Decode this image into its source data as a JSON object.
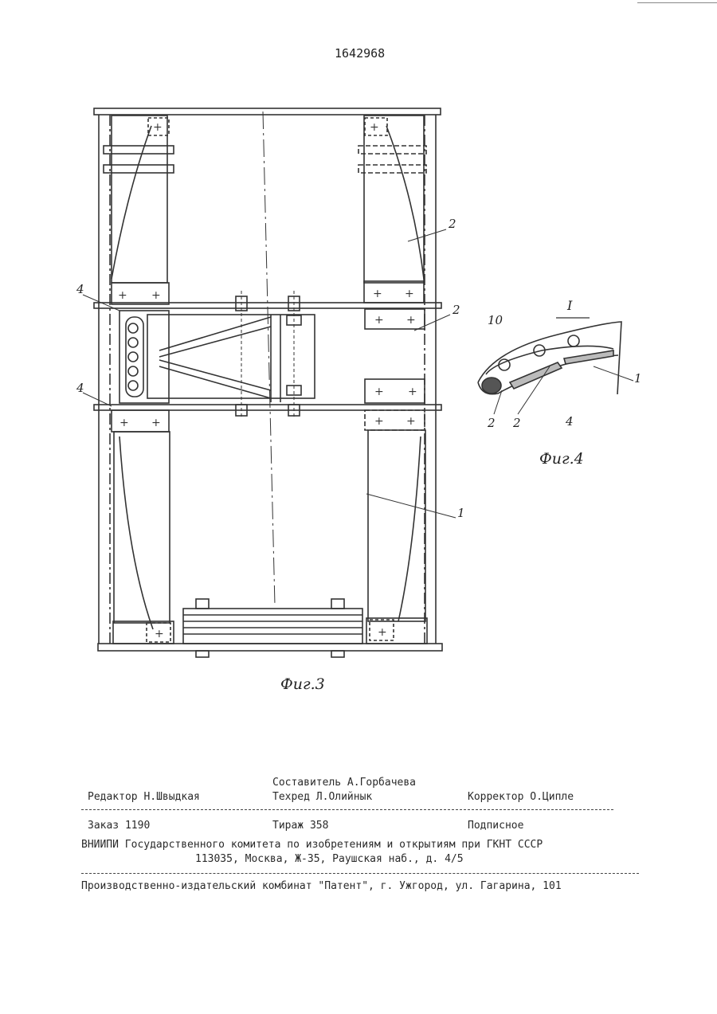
{
  "header": {
    "patent_number": "1642968"
  },
  "figure3": {
    "caption": "Фиг.3",
    "labels": {
      "left_upper": "4",
      "left_lower": "4",
      "right_upper": "2",
      "right_mid": "2",
      "right_lower": "1"
    }
  },
  "figure4": {
    "caption": "Фиг.4",
    "section_mark": "I",
    "labels": {
      "l10": "10",
      "l1": "1",
      "l2a": "2",
      "l2b": "2",
      "l4": "4"
    }
  },
  "imprint": {
    "compiler": "Составитель А.Горбачева",
    "editor": "Редактор Н.Швыдкая",
    "techred": "Техред Л.Олийнык",
    "corrector": "Корректор О.Ципле",
    "order": "Заказ 1190",
    "print_run": "Тираж 358",
    "subscription": "Подписное",
    "org": "ВНИИПИ Государственного комитета по изобретениям и открытиям при ГКНТ СССР",
    "address": "113035, Москва, Ж-35, Раушская наб., д. 4/5",
    "publisher": "Производственно-издательский комбинат \"Патент\", г. Ужгород, ул. Гагарина, 101"
  }
}
